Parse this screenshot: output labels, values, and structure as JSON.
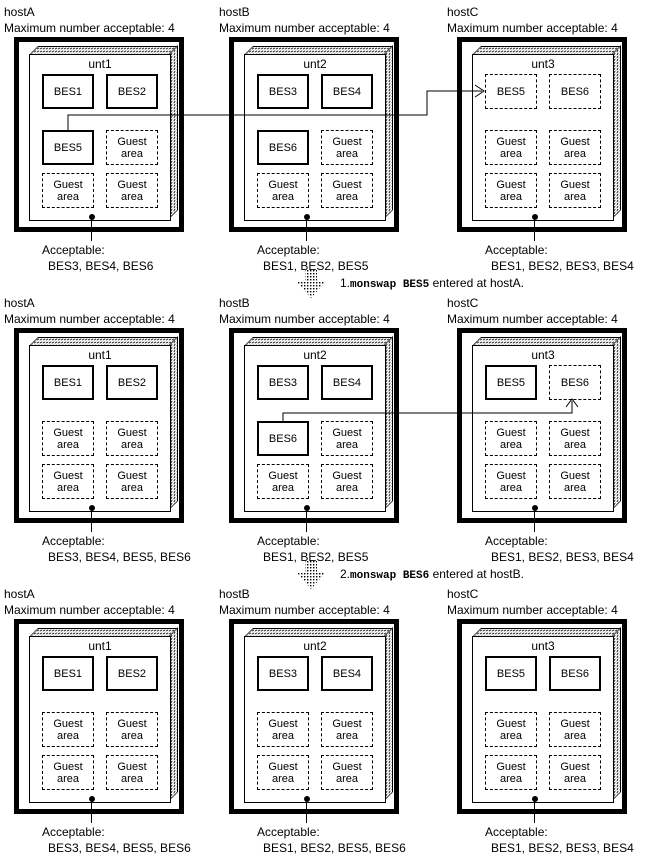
{
  "colors": {
    "ink": "#000000",
    "paper": "#ffffff"
  },
  "figure": {
    "annotations": [
      {
        "icon": "dotted-down-arrow",
        "num": "1.",
        "code": "monswap BES5",
        "rest": " entered at hostA."
      },
      {
        "icon": "dotted-down-arrow",
        "num": "2.",
        "code": "monswap BES6",
        "rest": " entered at hostB."
      }
    ],
    "arrows": [
      {
        "name": "swap-arrow-bes5",
        "from": "hostA BES5",
        "to": "hostC BES5"
      },
      {
        "name": "swap-arrow-bes6",
        "from": "hostB BES6",
        "to": "hostC BES6"
      }
    ],
    "rows": [
      {
        "hosts": [
          {
            "name": "hostA",
            "max_label": "Maximum number acceptable: 4",
            "unit": "unt1",
            "cells": [
              {
                "label": "BES1",
                "style": "solid"
              },
              {
                "label": "BES2",
                "style": "solid"
              },
              {
                "label": "BES5",
                "style": "solid"
              },
              {
                "label": "Guest area",
                "style": "dashed"
              },
              {
                "label": "Guest area",
                "style": "dashed"
              },
              {
                "label": "Guest area",
                "style": "dashed"
              }
            ],
            "acceptable_label": "Acceptable:",
            "acceptable": "BES3, BES4, BES6"
          },
          {
            "name": "hostB",
            "max_label": "Maximum number acceptable: 4",
            "unit": "unt2",
            "cells": [
              {
                "label": "BES3",
                "style": "solid"
              },
              {
                "label": "BES4",
                "style": "solid"
              },
              {
                "label": "BES6",
                "style": "solid"
              },
              {
                "label": "Guest area",
                "style": "dashed"
              },
              {
                "label": "Guest area",
                "style": "dashed"
              },
              {
                "label": "Guest area",
                "style": "dashed"
              }
            ],
            "acceptable_label": "Acceptable:",
            "acceptable": "BES1, BES2, BES5"
          },
          {
            "name": "hostC",
            "max_label": "Maximum number acceptable: 4",
            "unit": "unt3",
            "cells": [
              {
                "label": "BES5",
                "style": "dashed"
              },
              {
                "label": "BES6",
                "style": "dashed"
              },
              {
                "label": "Guest area",
                "style": "dashed"
              },
              {
                "label": "Guest area",
                "style": "dashed"
              },
              {
                "label": "Guest area",
                "style": "dashed"
              },
              {
                "label": "Guest area",
                "style": "dashed"
              }
            ],
            "acceptable_label": "Acceptable:",
            "acceptable": "BES1, BES2, BES3, BES4"
          }
        ]
      },
      {
        "hosts": [
          {
            "name": "hostA",
            "max_label": "Maximum number acceptable: 4",
            "unit": "unt1",
            "cells": [
              {
                "label": "BES1",
                "style": "solid"
              },
              {
                "label": "BES2",
                "style": "solid"
              },
              {
                "label": "Guest area",
                "style": "dashed"
              },
              {
                "label": "Guest area",
                "style": "dashed"
              },
              {
                "label": "Guest area",
                "style": "dashed"
              },
              {
                "label": "Guest area",
                "style": "dashed"
              }
            ],
            "acceptable_label": "Acceptable:",
            "acceptable": "BES3, BES4, BES5, BES6"
          },
          {
            "name": "hostB",
            "max_label": "Maximum number acceptable: 4",
            "unit": "unt2",
            "cells": [
              {
                "label": "BES3",
                "style": "solid"
              },
              {
                "label": "BES4",
                "style": "solid"
              },
              {
                "label": "BES6",
                "style": "solid"
              },
              {
                "label": "Guest area",
                "style": "dashed"
              },
              {
                "label": "Guest area",
                "style": "dashed"
              },
              {
                "label": "Guest area",
                "style": "dashed"
              }
            ],
            "acceptable_label": "Acceptable:",
            "acceptable": "BES1, BES2, BES5"
          },
          {
            "name": "hostC",
            "max_label": "Maximum number acceptable: 4",
            "unit": "unt3",
            "cells": [
              {
                "label": "BES5",
                "style": "solid"
              },
              {
                "label": "BES6",
                "style": "dashed"
              },
              {
                "label": "Guest area",
                "style": "dashed"
              },
              {
                "label": "Guest area",
                "style": "dashed"
              },
              {
                "label": "Guest area",
                "style": "dashed"
              },
              {
                "label": "Guest area",
                "style": "dashed"
              }
            ],
            "acceptable_label": "Acceptable:",
            "acceptable": "BES1, BES2, BES3, BES4"
          }
        ]
      },
      {
        "hosts": [
          {
            "name": "hostA",
            "max_label": "Maximum number acceptable: 4",
            "unit": "unt1",
            "cells": [
              {
                "label": "BES1",
                "style": "solid"
              },
              {
                "label": "BES2",
                "style": "solid"
              },
              {
                "label": "Guest area",
                "style": "dashed"
              },
              {
                "label": "Guest area",
                "style": "dashed"
              },
              {
                "label": "Guest area",
                "style": "dashed"
              },
              {
                "label": "Guest area",
                "style": "dashed"
              }
            ],
            "acceptable_label": "Acceptable:",
            "acceptable": "BES3, BES4, BES5, BES6"
          },
          {
            "name": "hostB",
            "max_label": "Maximum number acceptable: 4",
            "unit": "unt2",
            "cells": [
              {
                "label": "BES3",
                "style": "solid"
              },
              {
                "label": "BES4",
                "style": "solid"
              },
              {
                "label": "Guest area",
                "style": "dashed"
              },
              {
                "label": "Guest area",
                "style": "dashed"
              },
              {
                "label": "Guest area",
                "style": "dashed"
              },
              {
                "label": "Guest area",
                "style": "dashed"
              }
            ],
            "acceptable_label": "Acceptable:",
            "acceptable": "BES1, BES2, BES5, BES6"
          },
          {
            "name": "hostC",
            "max_label": "Maximum number acceptable: 4",
            "unit": "unt3",
            "cells": [
              {
                "label": "BES5",
                "style": "solid"
              },
              {
                "label": "BES6",
                "style": "solid"
              },
              {
                "label": "Guest area",
                "style": "dashed"
              },
              {
                "label": "Guest area",
                "style": "dashed"
              },
              {
                "label": "Guest area",
                "style": "dashed"
              },
              {
                "label": "Guest area",
                "style": "dashed"
              }
            ],
            "acceptable_label": "Acceptable:",
            "acceptable": "BES1, BES2, BES3, BES4"
          }
        ]
      }
    ]
  }
}
